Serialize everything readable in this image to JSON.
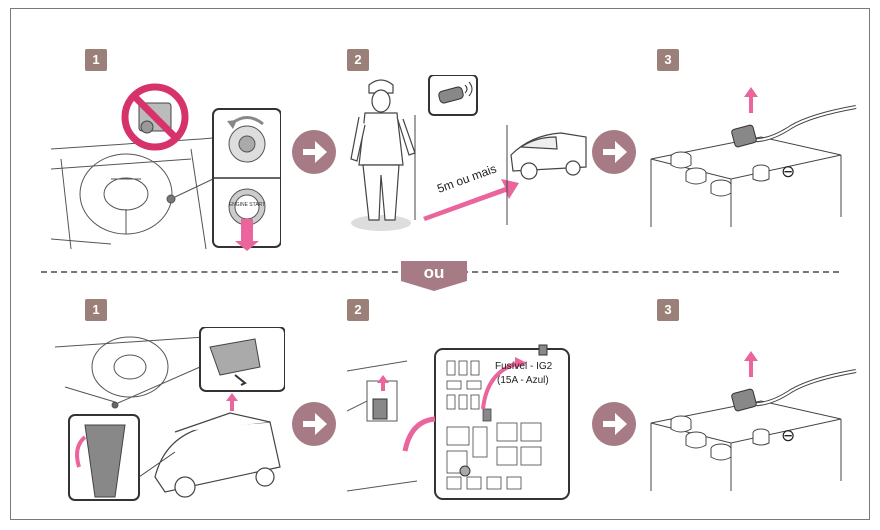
{
  "separator_label": "ou",
  "top_row": {
    "badges": [
      "1",
      "2",
      "3"
    ],
    "distance_label": "5m ou mais",
    "negative_symbol": "⊖",
    "start_button_text": "ENGINE START"
  },
  "bottom_row": {
    "badges": [
      "1",
      "2",
      "3"
    ],
    "fuse_label_line1": "Fusível - IG2",
    "fuse_label_line2": "(15A - Azul)",
    "negative_symbol": "⊖"
  },
  "colors": {
    "badge": "#9b7f79",
    "arrow_circle": "#a67b85",
    "pink_accent": "#e9659b",
    "prohibit_red": "#d6336c"
  },
  "icons": [
    "prohibited-key-fob-icon",
    "right-arrow-circle-icon",
    "key-fob-icon",
    "battery-icon",
    "up-arrow-icon"
  ]
}
